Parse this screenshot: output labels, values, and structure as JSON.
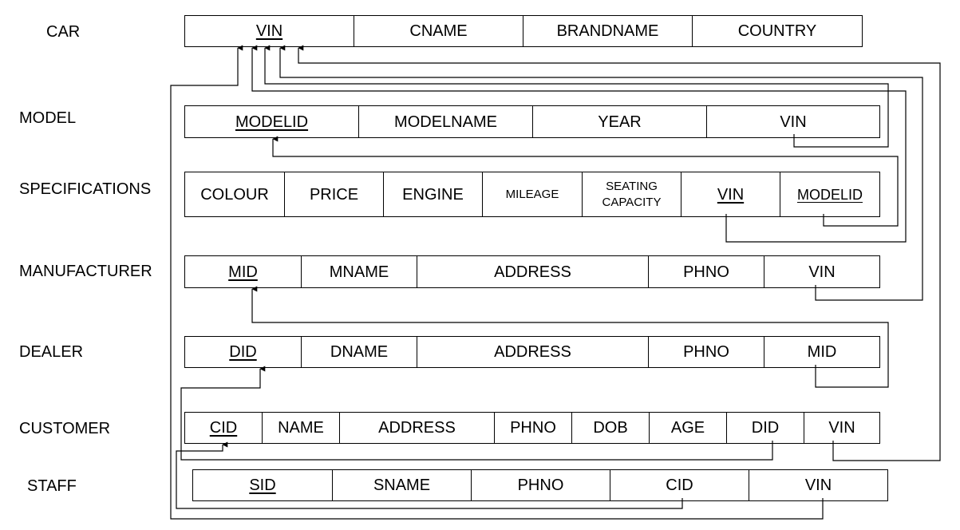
{
  "tables": {
    "car": {
      "name": "CAR",
      "columns": [
        {
          "label": "VIN",
          "pk": true
        },
        {
          "label": "CNAME"
        },
        {
          "label": "BRANDNAME"
        },
        {
          "label": "COUNTRY"
        }
      ]
    },
    "model": {
      "name": "MODEL",
      "columns": [
        {
          "label": "MODELID",
          "pk": true
        },
        {
          "label": "MODELNAME"
        },
        {
          "label": "YEAR"
        },
        {
          "label": "VIN"
        }
      ]
    },
    "specifications": {
      "name": "SPECIFICATIONS",
      "columns": [
        {
          "label": "COLOUR"
        },
        {
          "label": "PRICE"
        },
        {
          "label": "ENGINE"
        },
        {
          "label": "MILEAGE"
        },
        {
          "label": "SEATING CAPACITY"
        },
        {
          "label": "VIN",
          "pk": true
        },
        {
          "label": "MODELID",
          "pk": true
        }
      ]
    },
    "manufacturer": {
      "name": "MANUFACTURER",
      "columns": [
        {
          "label": "MID",
          "pk": true
        },
        {
          "label": "MNAME"
        },
        {
          "label": "ADDRESS"
        },
        {
          "label": "PHNO"
        },
        {
          "label": "VIN"
        }
      ]
    },
    "dealer": {
      "name": "DEALER",
      "columns": [
        {
          "label": "DID",
          "pk": true
        },
        {
          "label": "DNAME"
        },
        {
          "label": "ADDRESS"
        },
        {
          "label": "PHNO"
        },
        {
          "label": "MID"
        }
      ]
    },
    "customer": {
      "name": "CUSTOMER",
      "columns": [
        {
          "label": "CID",
          "pk": true
        },
        {
          "label": "NAME"
        },
        {
          "label": "ADDRESS"
        },
        {
          "label": "PHNO"
        },
        {
          "label": "DOB"
        },
        {
          "label": "AGE"
        },
        {
          "label": "DID"
        },
        {
          "label": "VIN"
        }
      ]
    },
    "staff": {
      "name": "STAFF",
      "columns": [
        {
          "label": "SID",
          "pk": true
        },
        {
          "label": "SNAME"
        },
        {
          "label": "PHNO"
        },
        {
          "label": "CID"
        },
        {
          "label": "VIN"
        }
      ]
    }
  },
  "relationships": [
    {
      "from": "model.VIN",
      "to": "car.VIN"
    },
    {
      "from": "specifications.MODELID",
      "to": "model.MODELID"
    },
    {
      "from": "specifications.VIN",
      "to": "car.VIN"
    },
    {
      "from": "manufacturer.VIN",
      "to": "car.VIN"
    },
    {
      "from": "dealer.MID",
      "to": "manufacturer.MID"
    },
    {
      "from": "customer.DID",
      "to": "dealer.DID"
    },
    {
      "from": "customer.VIN",
      "to": "car.VIN"
    },
    {
      "from": "staff.CID",
      "to": "customer.CID"
    },
    {
      "from": "staff.VIN",
      "to": "car.VIN"
    }
  ]
}
